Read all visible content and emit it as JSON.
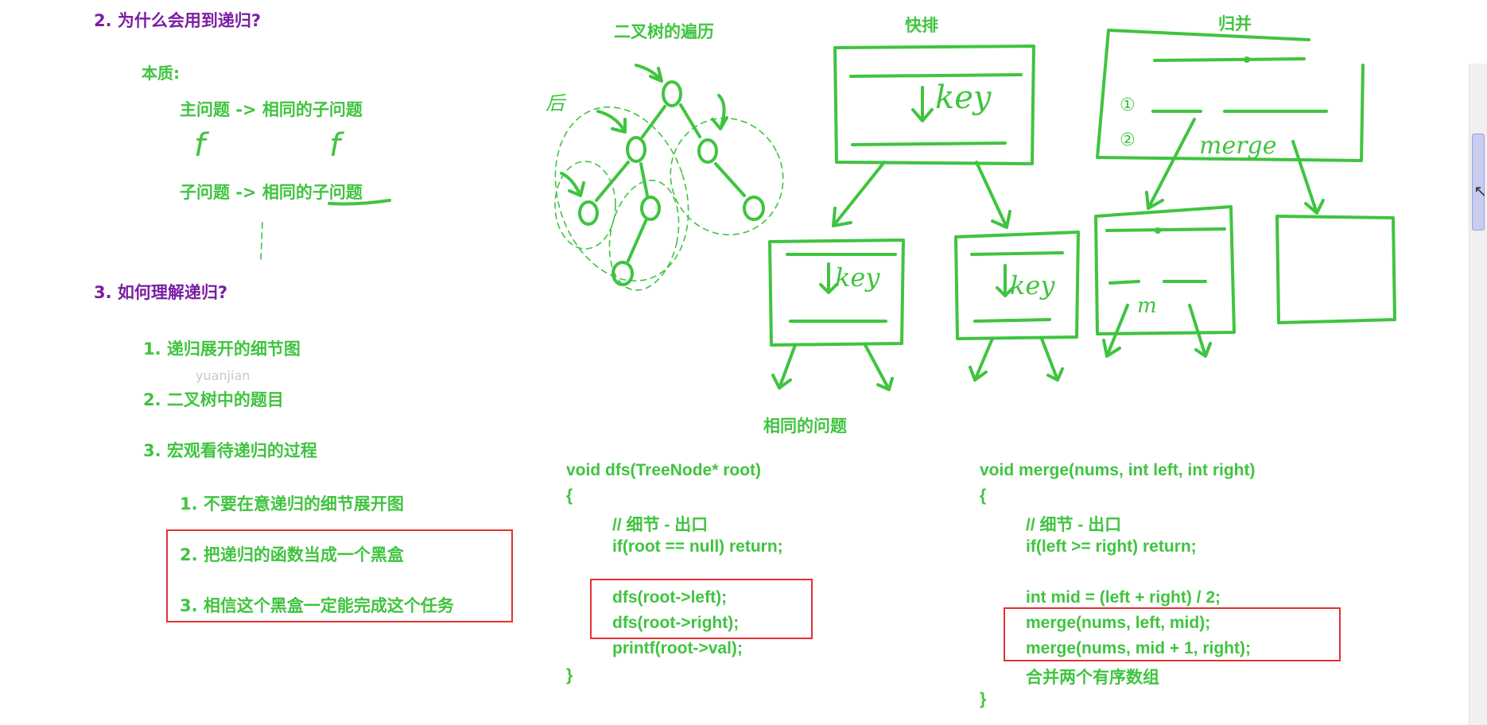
{
  "left": {
    "sec2_title": "2. 为什么会用到递归?",
    "essence": "本质:",
    "line1": "主问题 -> 相同的子问题",
    "f1": "f",
    "f2": "f",
    "line2": "子问题 -> 相同的子问题",
    "sec3_title": "3. 如何理解递归?",
    "items": [
      "1. 递归展开的细节图",
      "2. 二叉树中的题目",
      "3. 宏观看待递归的过程"
    ],
    "watermark": "yuanjian",
    "sub_items": [
      "1. 不要在意递归的细节展开图",
      "2. 把递归的函数当成一个黑盒",
      "3. 相信这个黑盒一定能完成这个任务"
    ]
  },
  "diagram": {
    "tree_label": "二叉树的遍历",
    "hou_label": "后",
    "quick_label": "快排",
    "merge_label": "归并",
    "key": "key",
    "merge_word": "merge",
    "m_word": "m",
    "circle1": "①",
    "circle2": "②",
    "same_problem": "相同的问题"
  },
  "code_dfs": [
    "void dfs(TreeNode* root)",
    "{",
    "// 细节 - 出口",
    "if(root == null) return;",
    "dfs(root->left);",
    "dfs(root->right);",
    "printf(root->val);",
    "}"
  ],
  "code_merge": [
    "void merge(nums, int left, int right)",
    "{",
    "// 细节 - 出口",
    "if(left >= right) return;",
    "int mid = (left + right) / 2;",
    "merge(nums, left, mid);",
    "merge(nums, mid + 1, right);",
    "合并两个有序数组",
    "}"
  ],
  "colors": {
    "green": "#3fc43f",
    "purple": "#7a1fa2",
    "red": "#e53030"
  }
}
